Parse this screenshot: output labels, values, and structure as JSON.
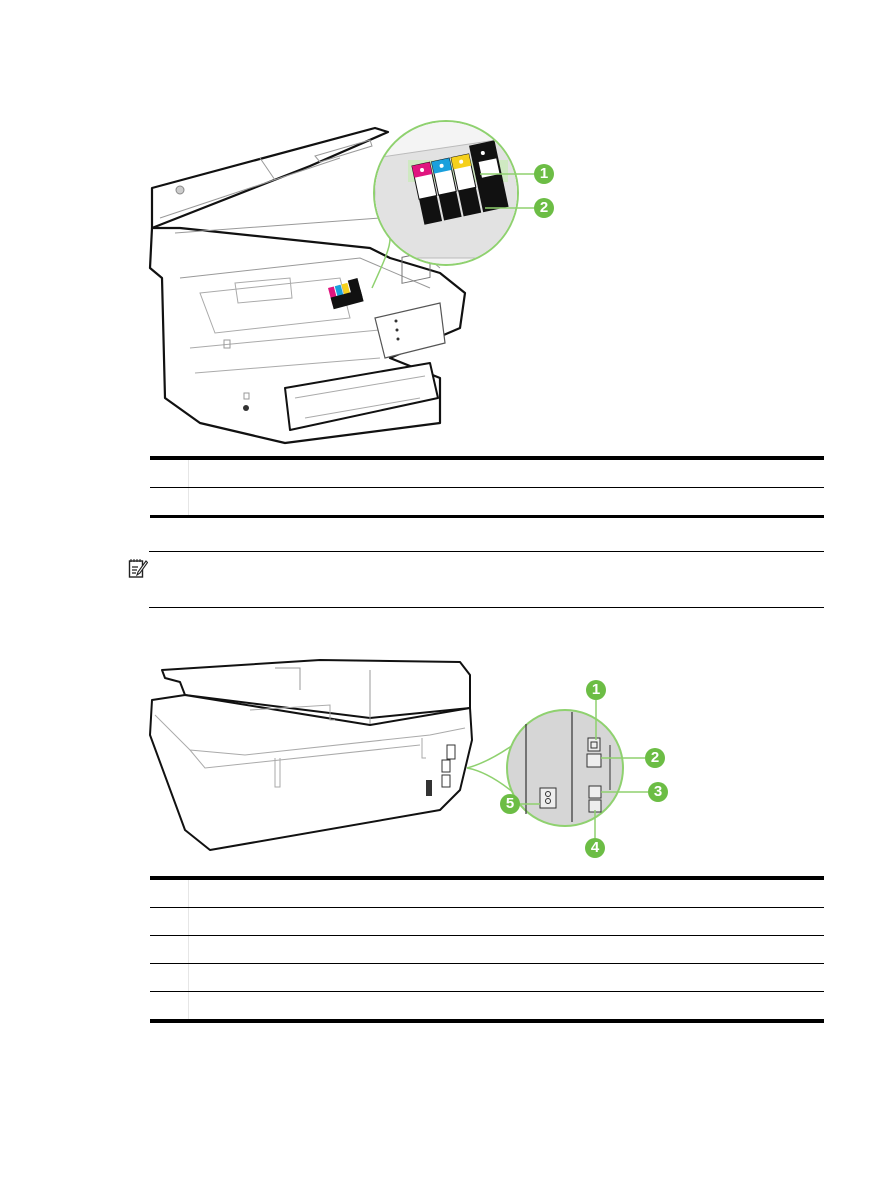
{
  "colors": {
    "callout_green": "#6cbd45",
    "callout_line": "#8fd16f",
    "magenta_cartridge": "#e0157f",
    "cyan_cartridge": "#1aa0dd",
    "yellow_cartridge": "#f5d01c",
    "black_cartridge": "#111111",
    "zoom_bg": "#d6d6d6"
  },
  "figure1": {
    "subject": "printer-open-ink-cartridge-access",
    "callouts": [
      "1",
      "2"
    ]
  },
  "table1": {
    "rows": [
      {
        "number": "",
        "description": ""
      },
      {
        "number": "",
        "description": ""
      }
    ]
  },
  "note": {
    "icon": "note-icon",
    "text": ""
  },
  "figure2": {
    "subject": "printer-back-view-ports",
    "callouts": [
      "1",
      "2",
      "3",
      "4",
      "5"
    ]
  },
  "table2": {
    "rows": [
      {
        "number": "",
        "description": ""
      },
      {
        "number": "",
        "description": ""
      },
      {
        "number": "",
        "description": ""
      },
      {
        "number": "",
        "description": ""
      },
      {
        "number": "",
        "description": ""
      }
    ]
  }
}
